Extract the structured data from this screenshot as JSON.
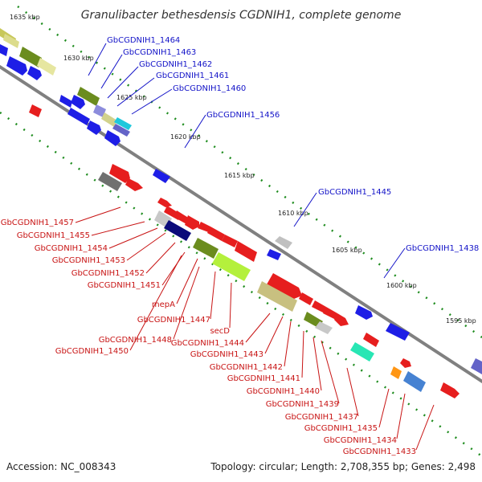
{
  "title": "Granulibacter bethesdensis CGDNIH1, complete genome",
  "footer": {
    "accession": "Accession: NC_008343",
    "topology": "Topology: circular; Length: 2,708,355 bp; Genes: 2,498"
  },
  "colors": {
    "backbone": "#808080",
    "tick": "#1e8c1e",
    "forward_label": "#1414c8",
    "reverse_label": "#c81414",
    "gene_blue": "#1e1ee6",
    "gene_red": "#e61e1e"
  },
  "kbp_ticks": [
    "1635 kbp",
    "1630 kbp",
    "1625 kbp",
    "1620 kbp",
    "1615 kbp",
    "1610 kbp",
    "1605 kbp",
    "1600 kbp",
    "1595 kbp"
  ],
  "forward_labels": [
    "GbCGDNIH1_1464",
    "GbCGDNIH1_1463",
    "GbCGDNIH1_1462",
    "GbCGDNIH1_1461",
    "GbCGDNIH1_1460",
    "GbCGDNIH1_1456",
    "GbCGDNIH1_1445",
    "GbCGDNIH1_1438"
  ],
  "reverse_labels": [
    "GbCGDNIH1_1457",
    "GbCGDNIH1_1455",
    "GbCGDNIH1_1454",
    "GbCGDNIH1_1453",
    "GbCGDNIH1_1452",
    "GbCGDNIH1_1451",
    "mepA",
    "GbCGDNIH1_1447",
    "GbCGDNIH1_1448",
    "GbCGDNIH1_1450",
    "secD",
    "GbCGDNIH1_1444",
    "GbCGDNIH1_1443",
    "GbCGDNIH1_1442",
    "GbCGDNIH1_1441",
    "GbCGDNIH1_1440",
    "GbCGDNIH1_1439",
    "GbCGDNIH1_1437",
    "GbCGDNIH1_1435",
    "GbCGDNIH1_1434",
    "GbCGDNIH1_1433"
  ]
}
